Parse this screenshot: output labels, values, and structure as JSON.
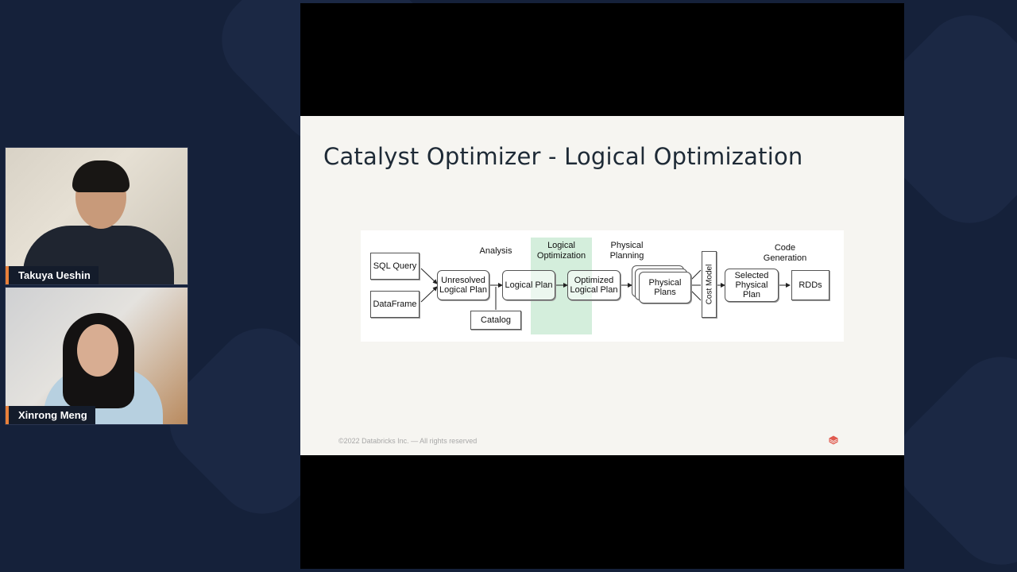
{
  "participants": [
    {
      "name": "Takuya Ueshin"
    },
    {
      "name": "Xinrong Meng"
    }
  ],
  "slide": {
    "title": "Catalyst Optimizer - Logical Optimization",
    "footer": "©2022 Databricks Inc. — All rights reserved",
    "diagram": {
      "phases": {
        "analysis": "Analysis",
        "logical_optimization": "Logical\nOptimization",
        "physical_planning": "Physical\nPlanning",
        "code_generation": "Code\nGeneration"
      },
      "boxes": {
        "sql_query": "SQL Query",
        "dataframe": "DataFrame",
        "unresolved": "Unresolved\nLogical Plan",
        "logical_plan": "Logical Plan",
        "catalog": "Catalog",
        "optimized": "Optimized\nLogical Plan",
        "physical_plans": "Physical\nPlans",
        "cost_model": "Cost Model",
        "selected": "Selected\nPhysical\nPlan",
        "rdds": "RDDs"
      }
    }
  },
  "colors": {
    "page_bg": "#15213a",
    "name_tag_accent": "#e8803a",
    "highlight": "#d4eedc",
    "slide_bg": "#f6f5f1",
    "logo": "#e05a4f"
  }
}
